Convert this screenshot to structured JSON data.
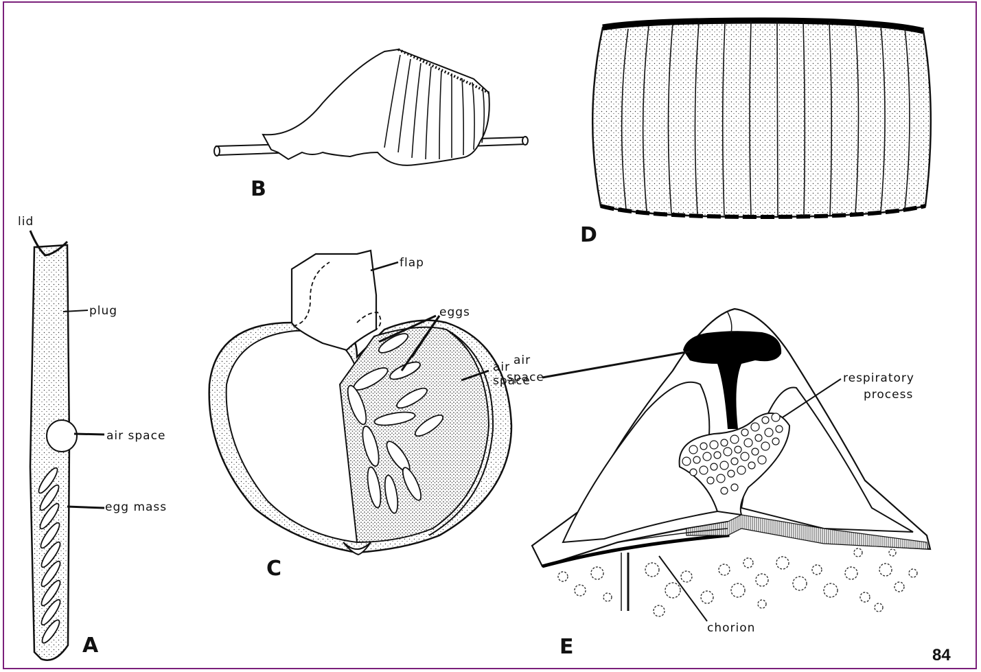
{
  "figure": {
    "page_number": "84",
    "panels": {
      "A": {
        "letter": "A",
        "labels": {
          "lid": "lid",
          "plug": "plug",
          "air_space": "air space",
          "egg_mass": "egg mass"
        }
      },
      "B": {
        "letter": "B"
      },
      "C": {
        "letter": "C",
        "labels": {
          "flap": "flap",
          "eggs": "eggs",
          "air": "air",
          "space": "space"
        }
      },
      "D": {
        "letter": "D"
      },
      "E": {
        "letter": "E",
        "labels": {
          "respiratory": "respiratory",
          "process": "process",
          "chorion": "chorion"
        }
      }
    }
  }
}
